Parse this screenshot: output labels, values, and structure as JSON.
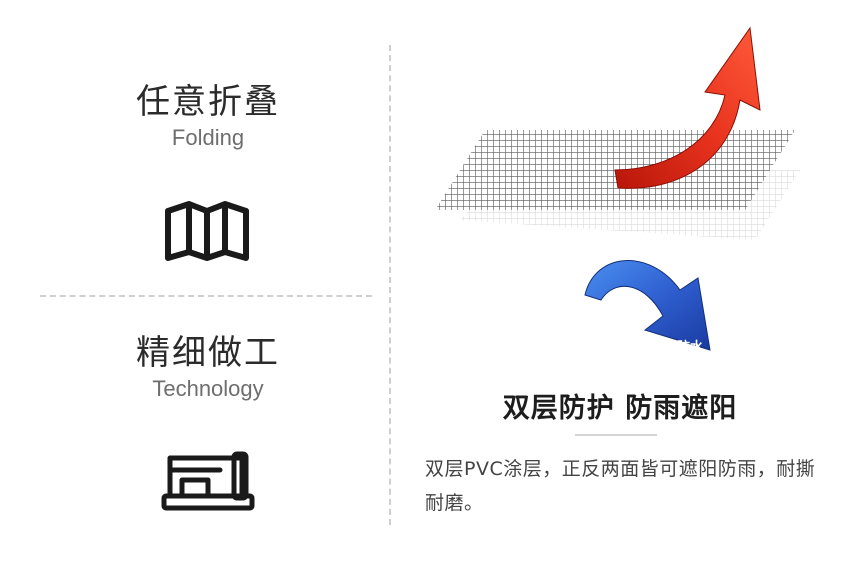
{
  "features": [
    {
      "title_zh": "任意折叠",
      "title_en": "Folding",
      "icon": "folding-map-icon"
    },
    {
      "title_zh": "精细做工",
      "title_en": "Technology",
      "icon": "sewing-machine-icon"
    }
  ],
  "illustration": {
    "badge": "防水",
    "colors": {
      "up_arrow": "#e8331e",
      "down_arrow": "#2f5fd0"
    }
  },
  "headline": "双层防护 防雨遮阳",
  "description": "双层PVC涂层，正反两面皆可遮阳防雨，耐撕耐磨。"
}
